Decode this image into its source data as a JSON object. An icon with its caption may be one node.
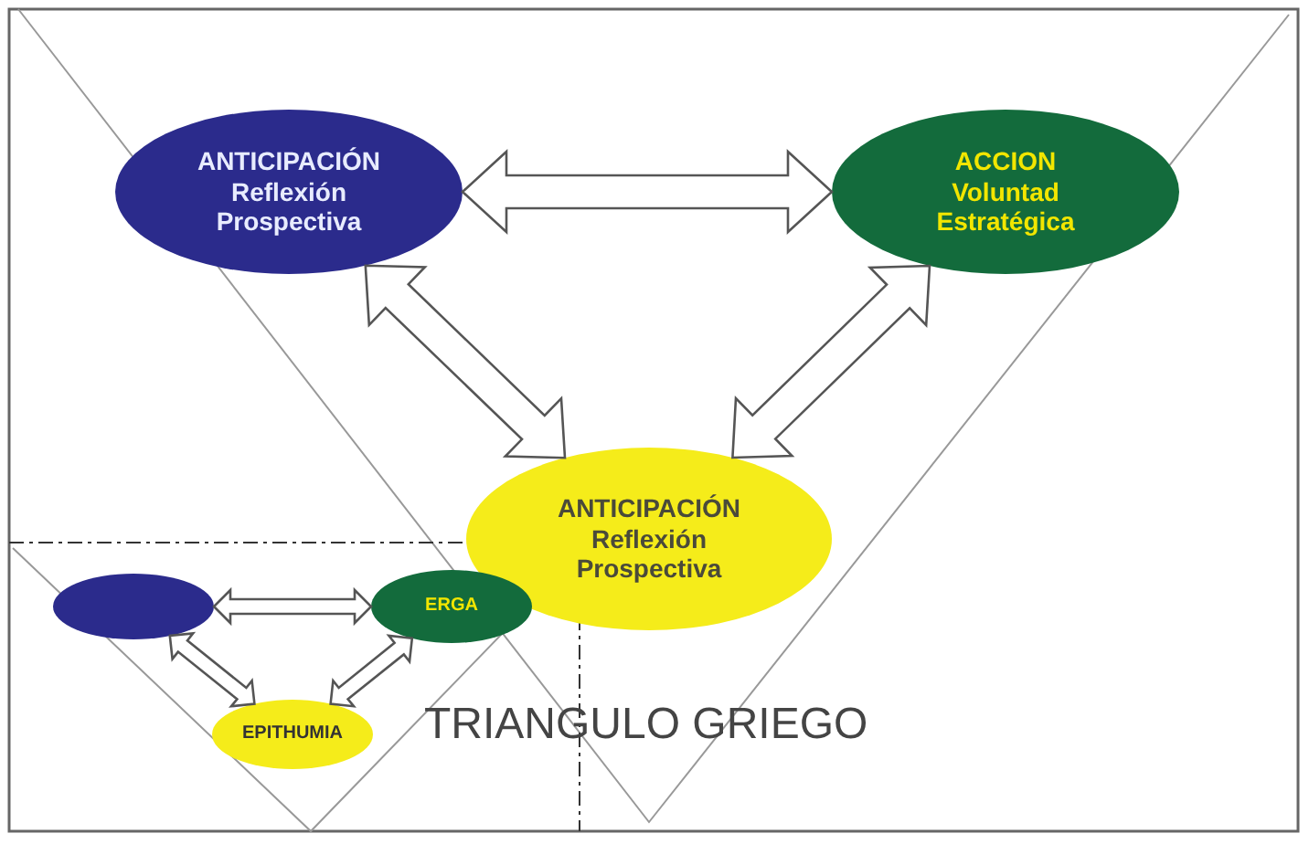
{
  "diagram": {
    "nodes": [
      {
        "text": [
          "ANTICIPACIÓN",
          "Reflexión",
          "Prospectiva"
        ]
      },
      {
        "text": [
          "ACCION",
          "Voluntad",
          "Estratégica"
        ]
      },
      {
        "text": [
          "ANTICIPACIÓN",
          "Reflexión",
          "Prospectiva"
        ]
      },
      {
        "text": [],
        "shape": "ellipse"
      },
      {
        "text": [
          "ERGA"
        ]
      },
      {
        "text": [
          "EPITHUMIA"
        ]
      }
    ],
    "edges": [
      {
        "from": 0,
        "to": 1,
        "arrow": "both"
      },
      {
        "from": 0,
        "to": 2,
        "arrow": "both"
      },
      {
        "from": 1,
        "to": 2,
        "arrow": "both"
      },
      {
        "from": 3,
        "to": 4,
        "arrow": "both"
      },
      {
        "from": 3,
        "to": 5,
        "arrow": "both"
      },
      {
        "from": 4,
        "to": 5,
        "arrow": "both"
      }
    ],
    "labels": [
      "TRIANGULO GRIEGO"
    ]
  }
}
